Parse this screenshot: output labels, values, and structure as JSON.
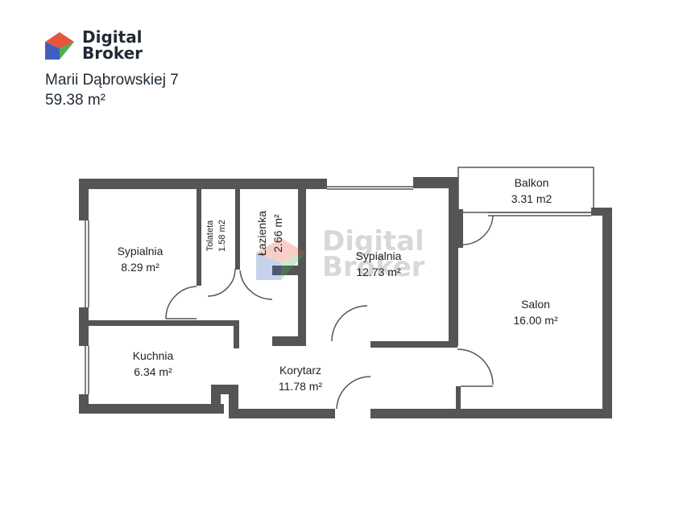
{
  "brand": {
    "line1": "Digital",
    "line2": "Broker"
  },
  "address": "Marii Dąbrowskiej 7",
  "total_area": "59.38 m²",
  "rooms": {
    "sypialnia1": {
      "name": "Sypialnia",
      "area": "8.29 m²"
    },
    "toaleta": {
      "name": "Tolateta",
      "area": "1.58 m2"
    },
    "lazienka": {
      "name": "Łazienka",
      "area": "2.66 m²"
    },
    "sypialnia2": {
      "name": "Sypialnia",
      "area": "12.73 m²"
    },
    "balkon": {
      "name": "Balkon",
      "area": "3.31 m2"
    },
    "salon": {
      "name": "Salon",
      "area": "16.00 m²"
    },
    "kuchnia": {
      "name": "Kuchnia",
      "area": "6.34 m²"
    },
    "korytarz": {
      "name": "Korytarz",
      "area": "11.78 m²"
    }
  },
  "colors": {
    "wall": "#555555",
    "brand_red": "#e8553d",
    "brand_green": "#4caf50",
    "brand_blue": "#3f5fbf",
    "text_dark": "#1f2a36"
  }
}
